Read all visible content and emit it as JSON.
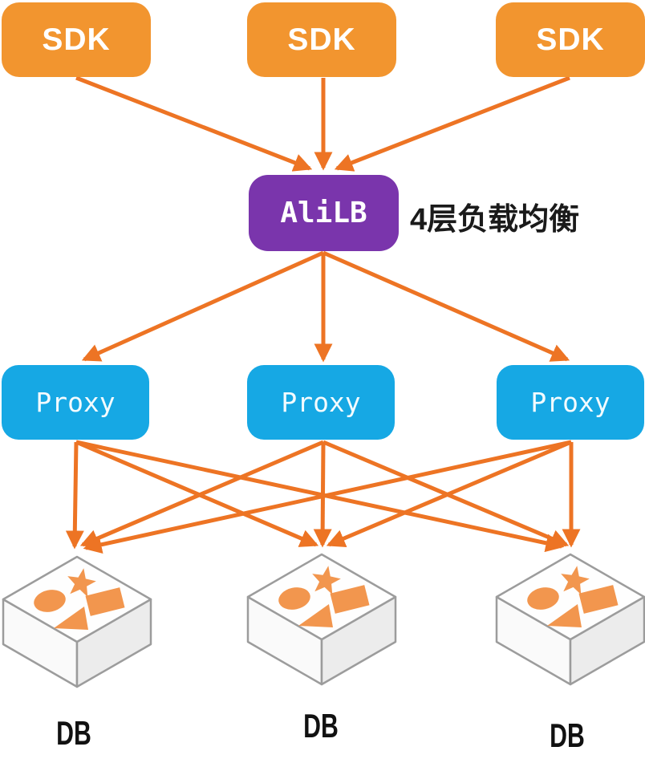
{
  "annotation": {
    "text": "4层负载均衡"
  },
  "nodes": {
    "sdk": [
      {
        "label": "SDK"
      },
      {
        "label": "SDK"
      },
      {
        "label": "SDK"
      }
    ],
    "alilb": {
      "label": "AliLB"
    },
    "proxy": [
      {
        "label": "Proxy"
      },
      {
        "label": "Proxy"
      },
      {
        "label": "Proxy"
      }
    ],
    "db": [
      {
        "label": "DB"
      },
      {
        "label": "DB"
      },
      {
        "label": "DB"
      }
    ]
  },
  "edges": [
    {
      "from": "sdk-1",
      "to": "alilb"
    },
    {
      "from": "sdk-2",
      "to": "alilb"
    },
    {
      "from": "sdk-3",
      "to": "alilb"
    },
    {
      "from": "alilb",
      "to": "proxy-1"
    },
    {
      "from": "alilb",
      "to": "proxy-2"
    },
    {
      "from": "alilb",
      "to": "proxy-3"
    },
    {
      "from": "proxy-1",
      "to": "db-1"
    },
    {
      "from": "proxy-1",
      "to": "db-2"
    },
    {
      "from": "proxy-1",
      "to": "db-3"
    },
    {
      "from": "proxy-2",
      "to": "db-1"
    },
    {
      "from": "proxy-2",
      "to": "db-2"
    },
    {
      "from": "proxy-2",
      "to": "db-3"
    },
    {
      "from": "proxy-3",
      "to": "db-1"
    },
    {
      "from": "proxy-3",
      "to": "db-2"
    },
    {
      "from": "proxy-3",
      "to": "db-3"
    }
  ],
  "colors": {
    "sdk_fill": "#F2952F",
    "alilb_fill": "#7A35AC",
    "proxy_fill": "#16A8E4",
    "arrow": "#ED7424",
    "cube_shape": "#F2964E",
    "label_text": "#1A1A1A"
  }
}
